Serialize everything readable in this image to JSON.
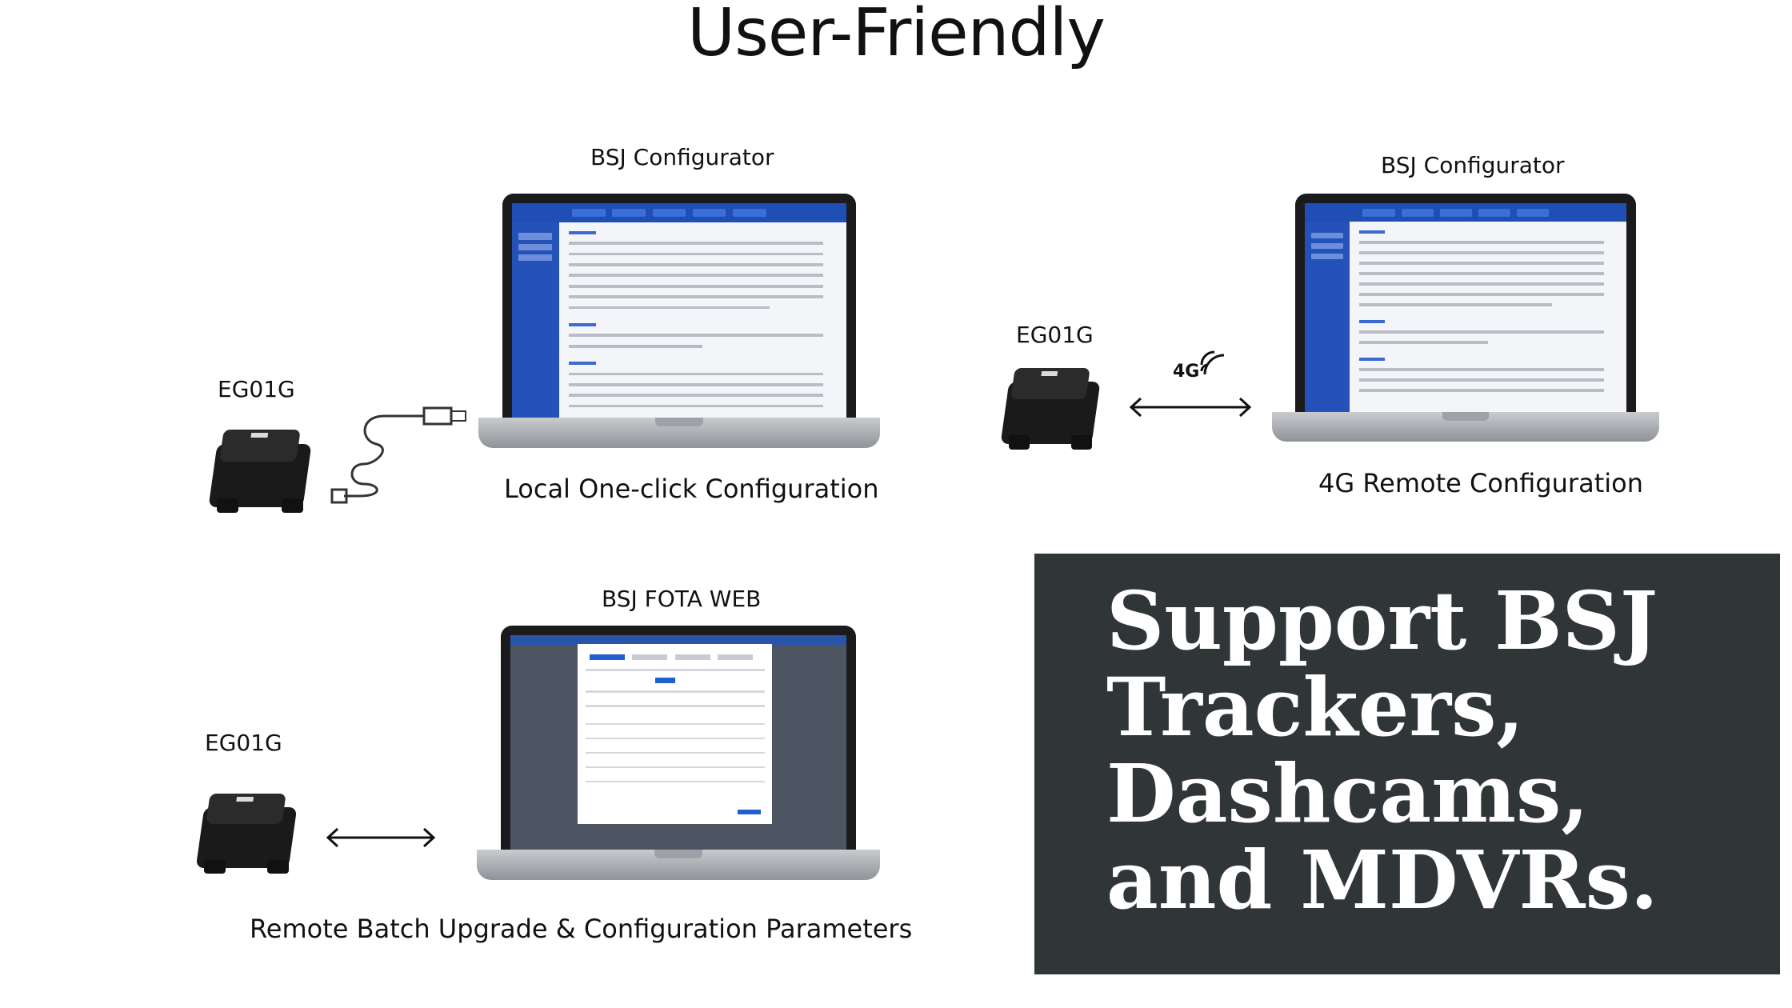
{
  "title": "User-Friendly",
  "panels": {
    "local": {
      "app_label": "BSJ Configurator",
      "device_label": "EG01G",
      "caption": "Local One-click Configuration"
    },
    "remote": {
      "app_label": "BSJ Configurator",
      "device_label": "EG01G",
      "network": "4G",
      "caption": "4G Remote Configuration"
    },
    "fota": {
      "app_label": "BSJ FOTA WEB",
      "device_label": "EG01G",
      "caption": "Remote Batch Upgrade & Configuration Parameters"
    }
  },
  "promo": {
    "text": "Support BSJ Trackers, Dashcams, and MDVRs."
  },
  "colors": {
    "promo_bg": "#303538",
    "app_accent": "#1f4fb5"
  },
  "icons": [
    "usb-cable-icon",
    "signal-waves-icon",
    "double-arrow-icon"
  ]
}
